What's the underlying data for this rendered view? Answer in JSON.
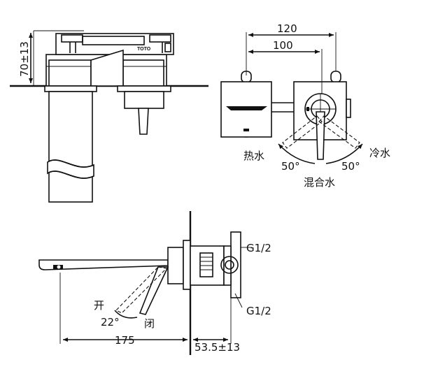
{
  "front_view": {
    "height_dim": "70±13",
    "brand_mark": "TOTO"
  },
  "top_view": {
    "dim_outer": "120",
    "dim_inner": "100",
    "hot_label": "热水",
    "cold_label": "冷水",
    "mix_label": "混合水",
    "angle_left": "50°",
    "angle_right": "50°"
  },
  "side_view": {
    "thread_top": "G1/2",
    "thread_bottom": "G1/2",
    "open_label": "开",
    "close_label": "闭",
    "angle": "22°",
    "spout_dim": "175",
    "wall_dim": "53.5±13"
  }
}
